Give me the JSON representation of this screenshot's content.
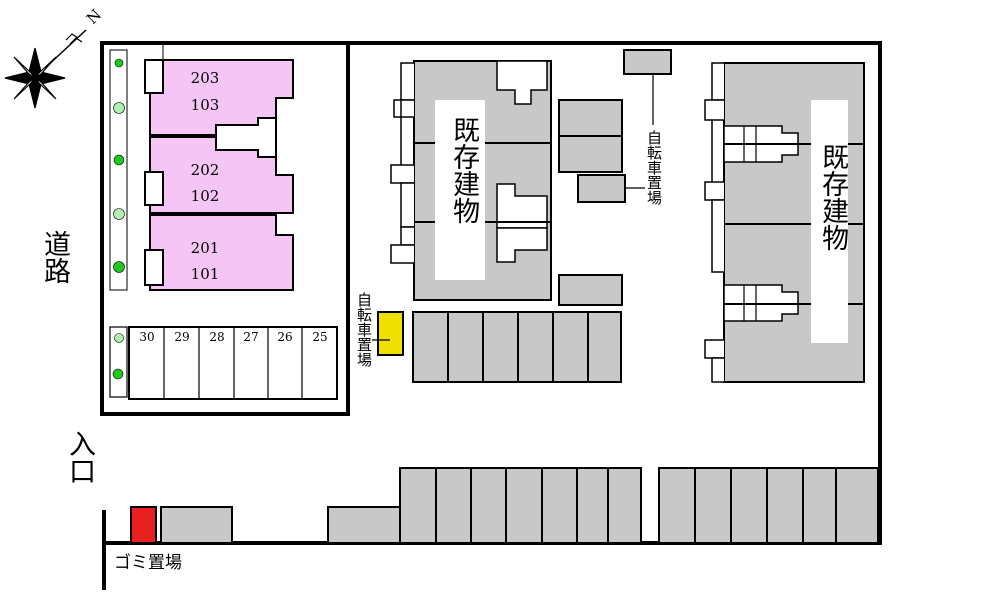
{
  "map": {
    "road_label": "道路",
    "entrance_label": "入口",
    "north_marker": "N",
    "garbage_label": "ゴミ置場",
    "bicycle_label": "自転車置場",
    "existing_building_label": "既存建物",
    "apartments": [
      {
        "upper": "203",
        "lower": "103"
      },
      {
        "upper": "202",
        "lower": "102"
      },
      {
        "upper": "201",
        "lower": "101"
      }
    ],
    "parking_numbers": [
      "30",
      "29",
      "28",
      "27",
      "26",
      "25"
    ],
    "colors": {
      "apartment_fill": "#f5c6f5",
      "building_fill": "#c8c8c8",
      "bicycle_yellow": "#f0e000",
      "garbage_red": "#e82020",
      "tree_green": "#1ec81e",
      "tree_light": "#b0f0b0"
    }
  }
}
